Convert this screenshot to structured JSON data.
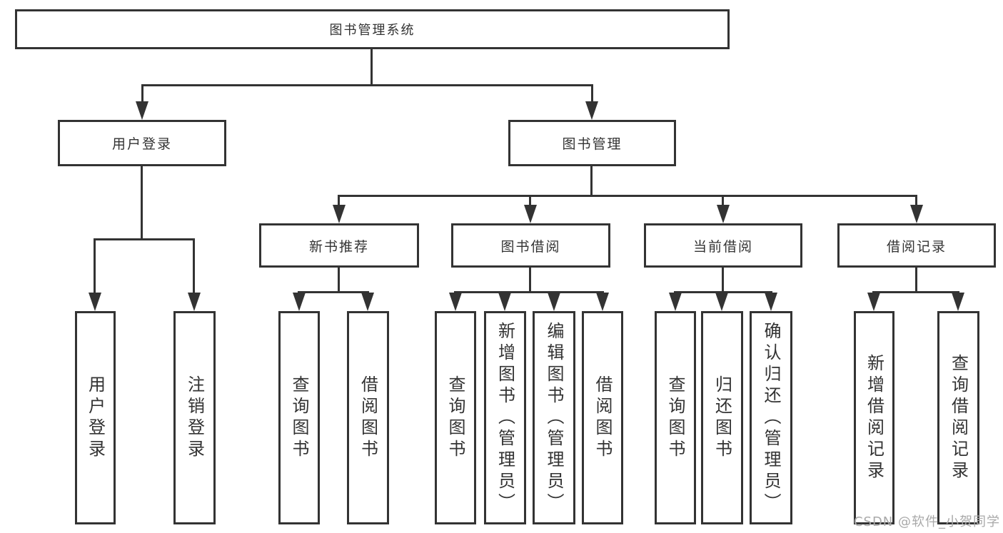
{
  "diagram": {
    "title_node": {
      "label": "图书管理系统"
    },
    "level1": [
      {
        "id": "user-login",
        "label": "用户登录"
      },
      {
        "id": "book-management",
        "label": "图书管理"
      }
    ],
    "level2": [
      {
        "id": "new-book-recommend",
        "label": "新书推荐"
      },
      {
        "id": "book-borrow",
        "label": "图书借阅"
      },
      {
        "id": "current-borrow",
        "label": "当前借阅"
      },
      {
        "id": "borrow-records",
        "label": "借阅记录"
      }
    ],
    "leaves": [
      {
        "parent": "用户登录",
        "items": [
          {
            "label": "用户登录"
          },
          {
            "label": "注销登录"
          }
        ]
      },
      {
        "parent": "新书推荐",
        "items": [
          {
            "label": "查询图书"
          },
          {
            "label": "借阅图书"
          }
        ]
      },
      {
        "parent": "图书借阅",
        "items": [
          {
            "label": "查询图书"
          },
          {
            "label": "新增图书（管理员）"
          },
          {
            "label": "编辑图书（管理员）"
          },
          {
            "label": "借阅图书"
          }
        ]
      },
      {
        "parent": "当前借阅",
        "items": [
          {
            "label": "查询图书"
          },
          {
            "label": "归还图书"
          },
          {
            "label": "确认归还（管理员）"
          }
        ]
      },
      {
        "parent": "借阅记录",
        "items": [
          {
            "label": "新增借阅记录"
          },
          {
            "label": "查询借阅记录"
          }
        ]
      }
    ]
  },
  "watermark": {
    "text": "CSDN @软件_小贺同学"
  },
  "colors": {
    "line": "#333333",
    "text": "#333333",
    "box_background": "#ffffff",
    "page_background": "#ffffff",
    "watermark": "#a9a9a9"
  }
}
